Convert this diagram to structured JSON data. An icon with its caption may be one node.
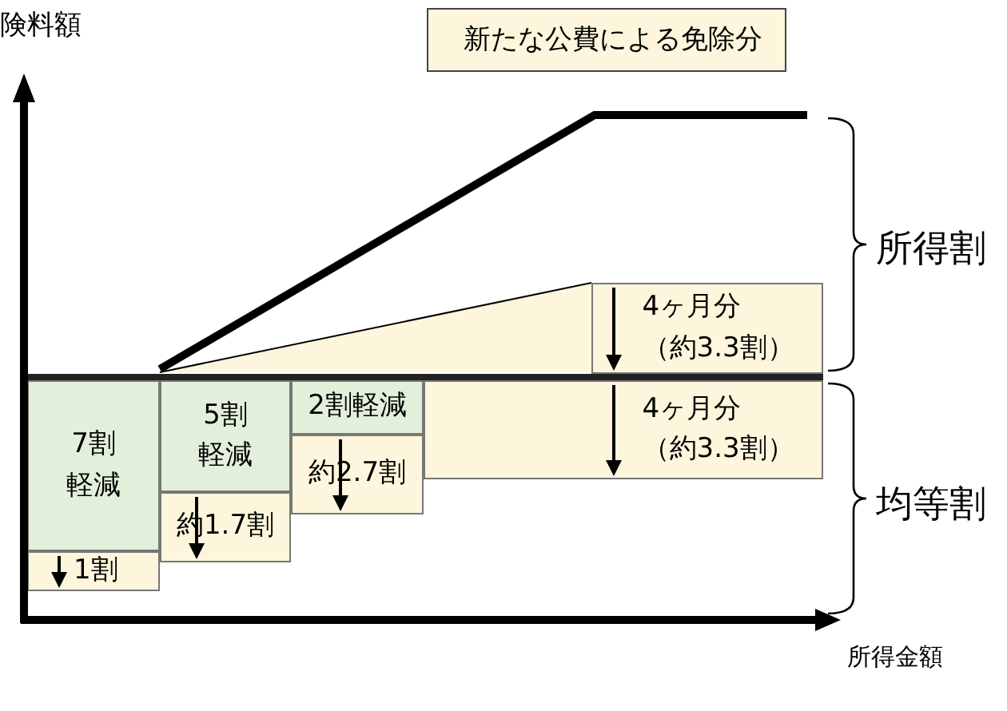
{
  "diagram": {
    "nodes": [
      {
        "text": [
          "4ヶ月分（約3.3割）"
        ]
      },
      {
        "text": [
          "7割軽減"
        ]
      },
      {
        "text": [
          "5割軽減"
        ]
      },
      {
        "text": [
          "2割軽減"
        ]
      },
      {
        "text": [
          "4ヶ月分（約3.3割）"
        ]
      },
      {
        "text": [
          "約2.7割"
        ]
      },
      {
        "text": [
          "約1.7割"
        ]
      },
      {
        "text": [
          "1割"
        ]
      }
    ],
    "edges": [],
    "labels": [
      "険料額",
      "所得割",
      "均等割",
      "所得金額"
    ],
    "legend": [
      {
        "text": "新たな公費による免除分",
        "color": "#fdf6dc"
      }
    ]
  }
}
